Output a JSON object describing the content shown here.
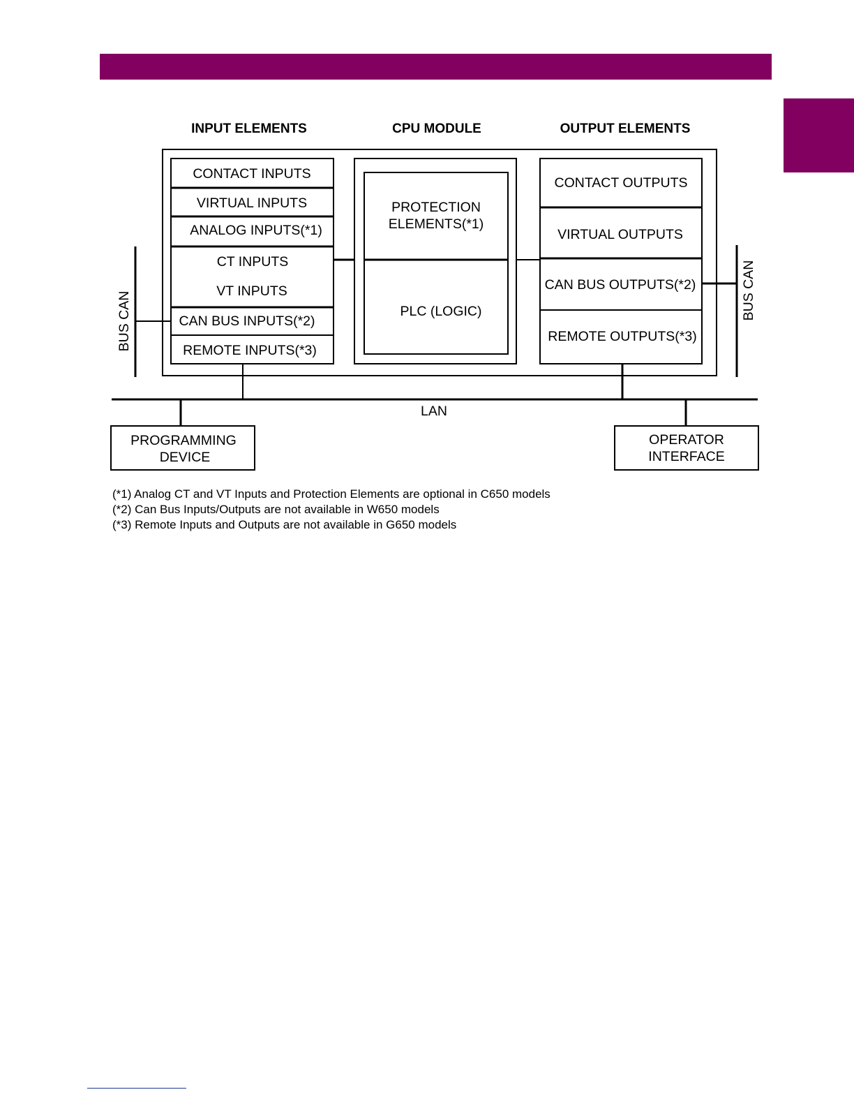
{
  "colors": {
    "accent": "#820060"
  },
  "headings": {
    "input": "INPUT ELEMENTS",
    "cpu": "CPU MODULE",
    "output": "OUTPUT ELEMENTS"
  },
  "inputs": {
    "contact": "CONTACT INPUTS",
    "virtual": "VIRTUAL INPUTS",
    "analog": "ANALOG INPUTS(*1)",
    "ct": "CT INPUTS",
    "vt": "VT INPUTS",
    "canbus": "CAN BUS INPUTS(*2)",
    "remote": "REMOTE INPUTS(*3)"
  },
  "cpu": {
    "protection_line1": "PROTECTION",
    "protection_line2": "ELEMENTS(*1)",
    "plc": "PLC (LOGIC)"
  },
  "outputs": {
    "contact": "CONTACT OUTPUTS",
    "virtual": "VIRTUAL OUTPUTS",
    "canbus": "CAN BUS OUTPUTS(*2)",
    "remote": "REMOTE OUTPUTS(*3)"
  },
  "bus_can_left": "BUS CAN",
  "bus_can_right": "BUS CAN",
  "lan": "LAN",
  "programming_device": {
    "line1": "PROGRAMMING",
    "line2": "DEVICE"
  },
  "operator_interface": {
    "line1": "OPERATOR",
    "line2": "INTERFACE"
  },
  "notes": [
    "(*1) Analog CT and VT Inputs and Protection Elements are optional in C650 models",
    "(*2) Can Bus Inputs/Outputs are not available in W650 models",
    "(*3) Remote Inputs and Outputs are not available in G650 models"
  ]
}
